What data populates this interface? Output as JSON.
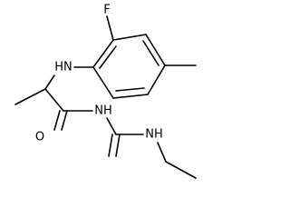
{
  "molecule": {
    "atoms": {
      "fluorine": "F",
      "amine_nh": "HN",
      "carbonyl_oxygen": "O",
      "imide_nh": "NH",
      "terminal_nh": "NH"
    }
  },
  "colors": {
    "bond": "#000000",
    "label": "#000000",
    "background": "#ffffff"
  }
}
